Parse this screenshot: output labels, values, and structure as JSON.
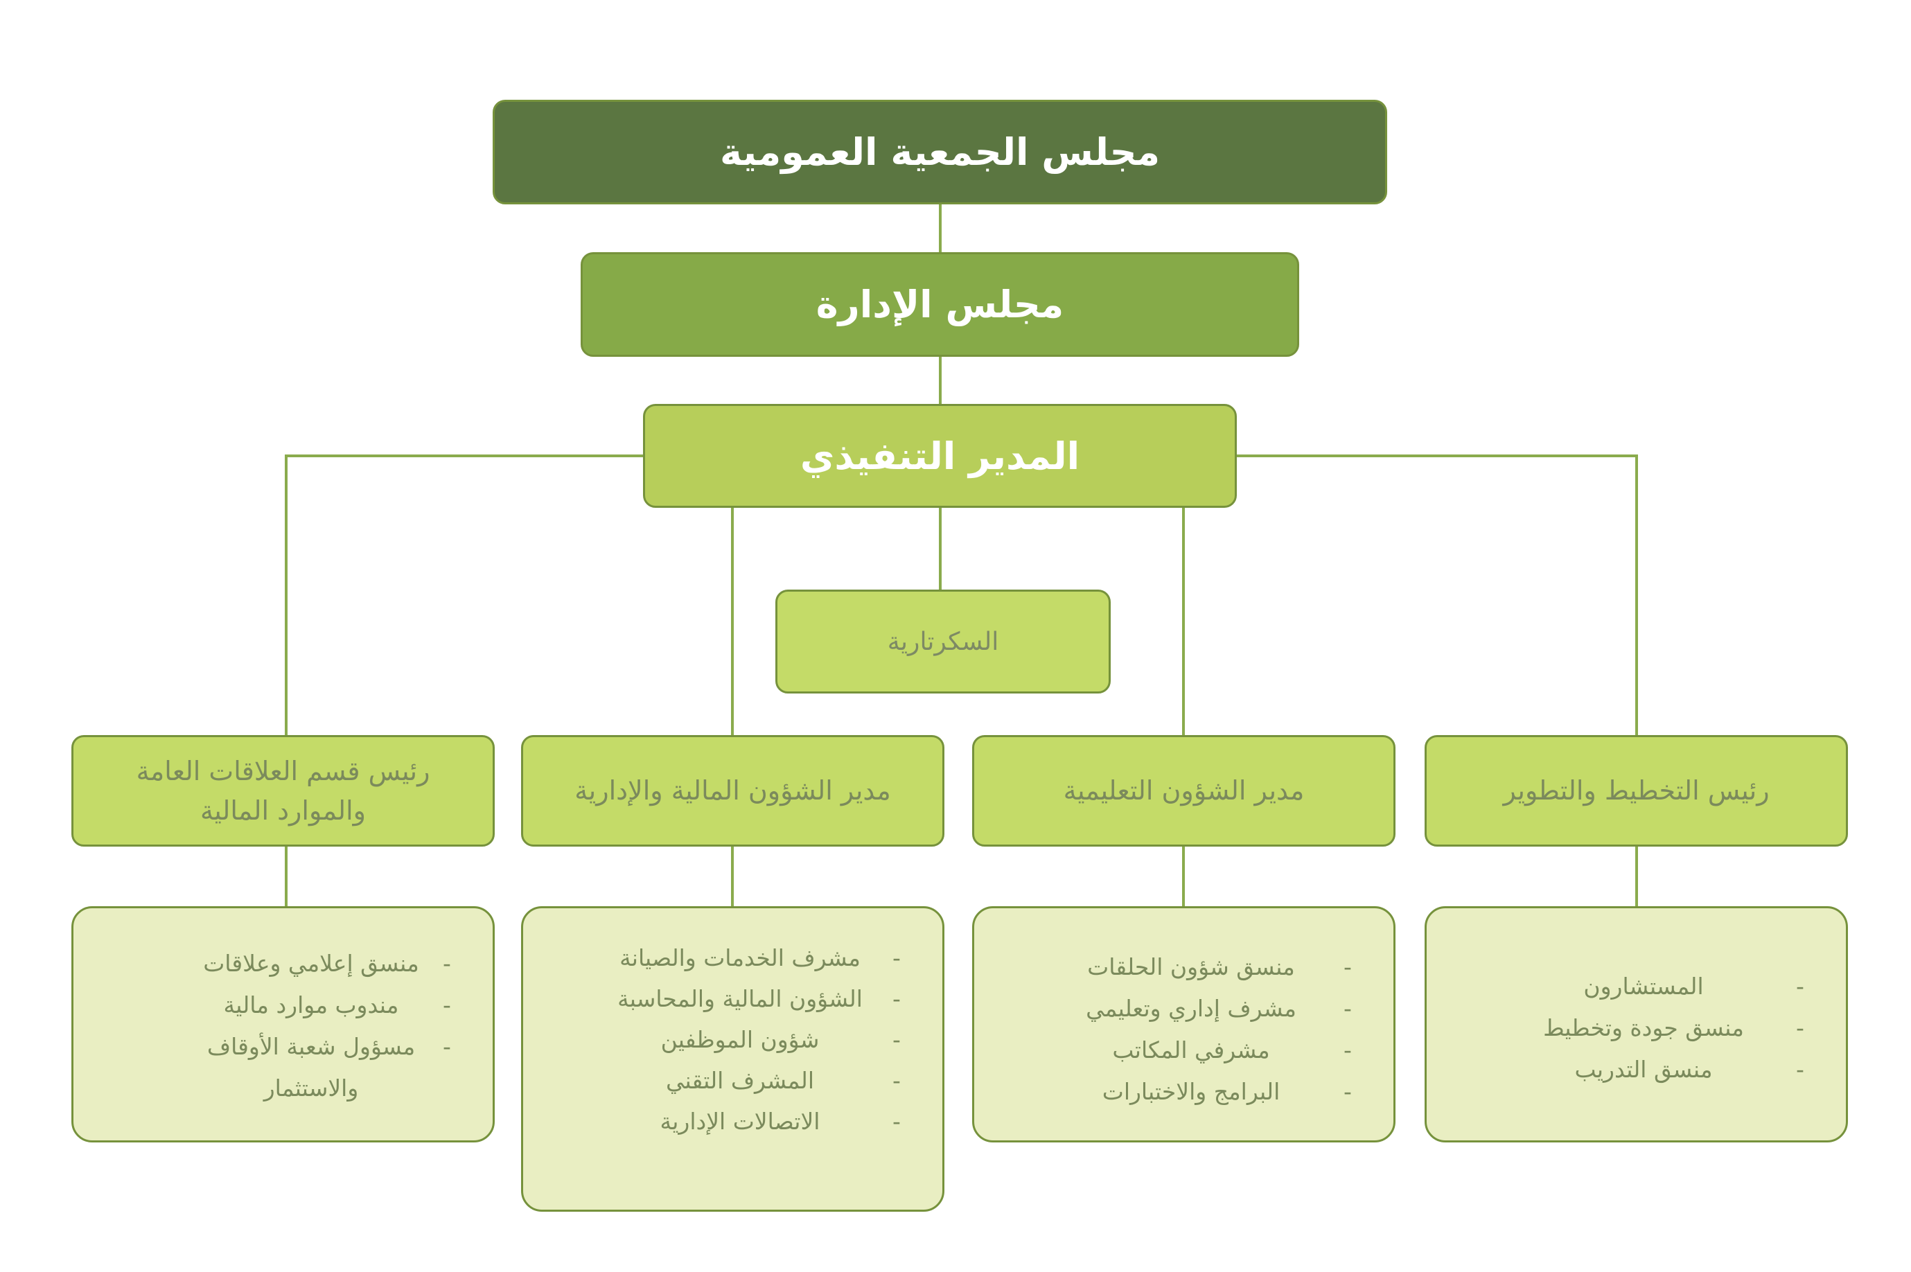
{
  "top": "مجلس الجمعية العمومية",
  "admin": "مجلس الإدارة",
  "executive": "المدير التنفيذي",
  "secretariat": "السكرتارية",
  "bullet": "-",
  "departments": [
    {
      "title": "رئيس قسم العلاقات العامة والموارد المالية",
      "items": [
        "منسق إعلامي وعلاقات",
        "مندوب موارد مالية",
        "مسؤول شعبة الأوقاف والاستثمار"
      ]
    },
    {
      "title": "مدير الشؤون المالية والإدارية",
      "items": [
        "مشرف الخدمات والصيانة",
        "الشؤون المالية والمحاسبة",
        "شؤون الموظفين",
        "المشرف التقني",
        "الاتصالات الإدارية"
      ]
    },
    {
      "title": "مدير الشؤون التعليمية",
      "items": [
        "منسق شؤون الحلقات",
        "مشرف إداري وتعليمي",
        "مشرفي المكاتب",
        "البرامج والاختبارات"
      ]
    },
    {
      "title": "رئيس التخطيط والتطوير",
      "items": [
        "المستشارون",
        "منسق جودة وتخطيط",
        "منسق التدريب"
      ]
    }
  ],
  "colors": {
    "line": "#8aab4d",
    "top_fill": "#5b7641",
    "admin_fill": "#86aa48",
    "exec_fill": "#b7ce5a",
    "mid_fill": "#c4db68",
    "light_fill": "#e9eec2",
    "border": "#76923c"
  }
}
